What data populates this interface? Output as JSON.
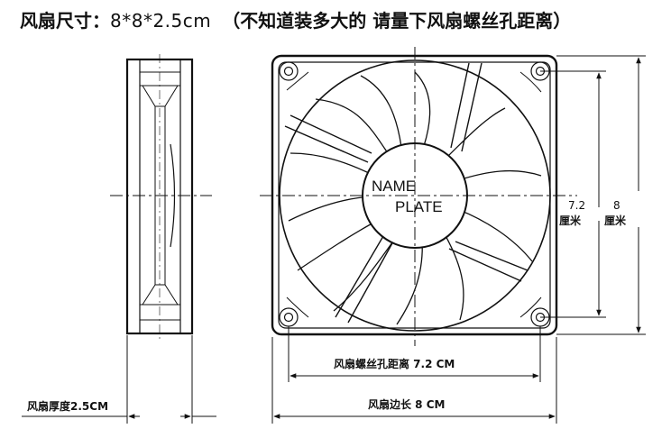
{
  "title": {
    "label": "风扇尺寸：",
    "size": "8*8*2.5cm",
    "note": "（不知道装多大的 请量下风扇螺丝孔距离）"
  },
  "fan_front": {
    "nameplate_line1": "NAME",
    "nameplate_line2": "PLATE",
    "hole_distance_value": "7.2",
    "hole_distance_unit": "厘米",
    "side_length_value": "8",
    "side_length_unit": "厘米",
    "hole_distance_label": "风扇螺丝孔距离 7.2 CM",
    "side_length_label": "风扇边长 8 CM"
  },
  "fan_side": {
    "thickness_label": "风扇厚度2.5CM"
  }
}
